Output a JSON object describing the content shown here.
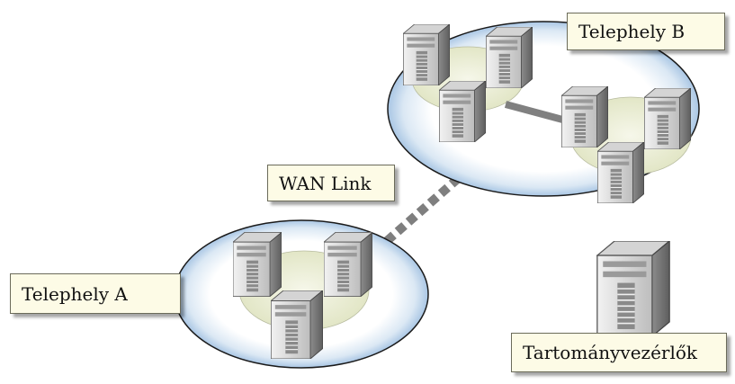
{
  "labels": {
    "site_b": "Telephely B",
    "site_a": "Telephely A",
    "wan_link": "WAN Link",
    "domain_controllers": "Tartományvezérlők"
  },
  "icons": {
    "server": "server-icon"
  },
  "colors": {
    "site_halo": "#c9ddf0",
    "site_ring_border": "#1a1a1a",
    "subnet_fill": "#ecefd8",
    "link_line": "#808080",
    "label_fill": "#fdfbe6"
  }
}
